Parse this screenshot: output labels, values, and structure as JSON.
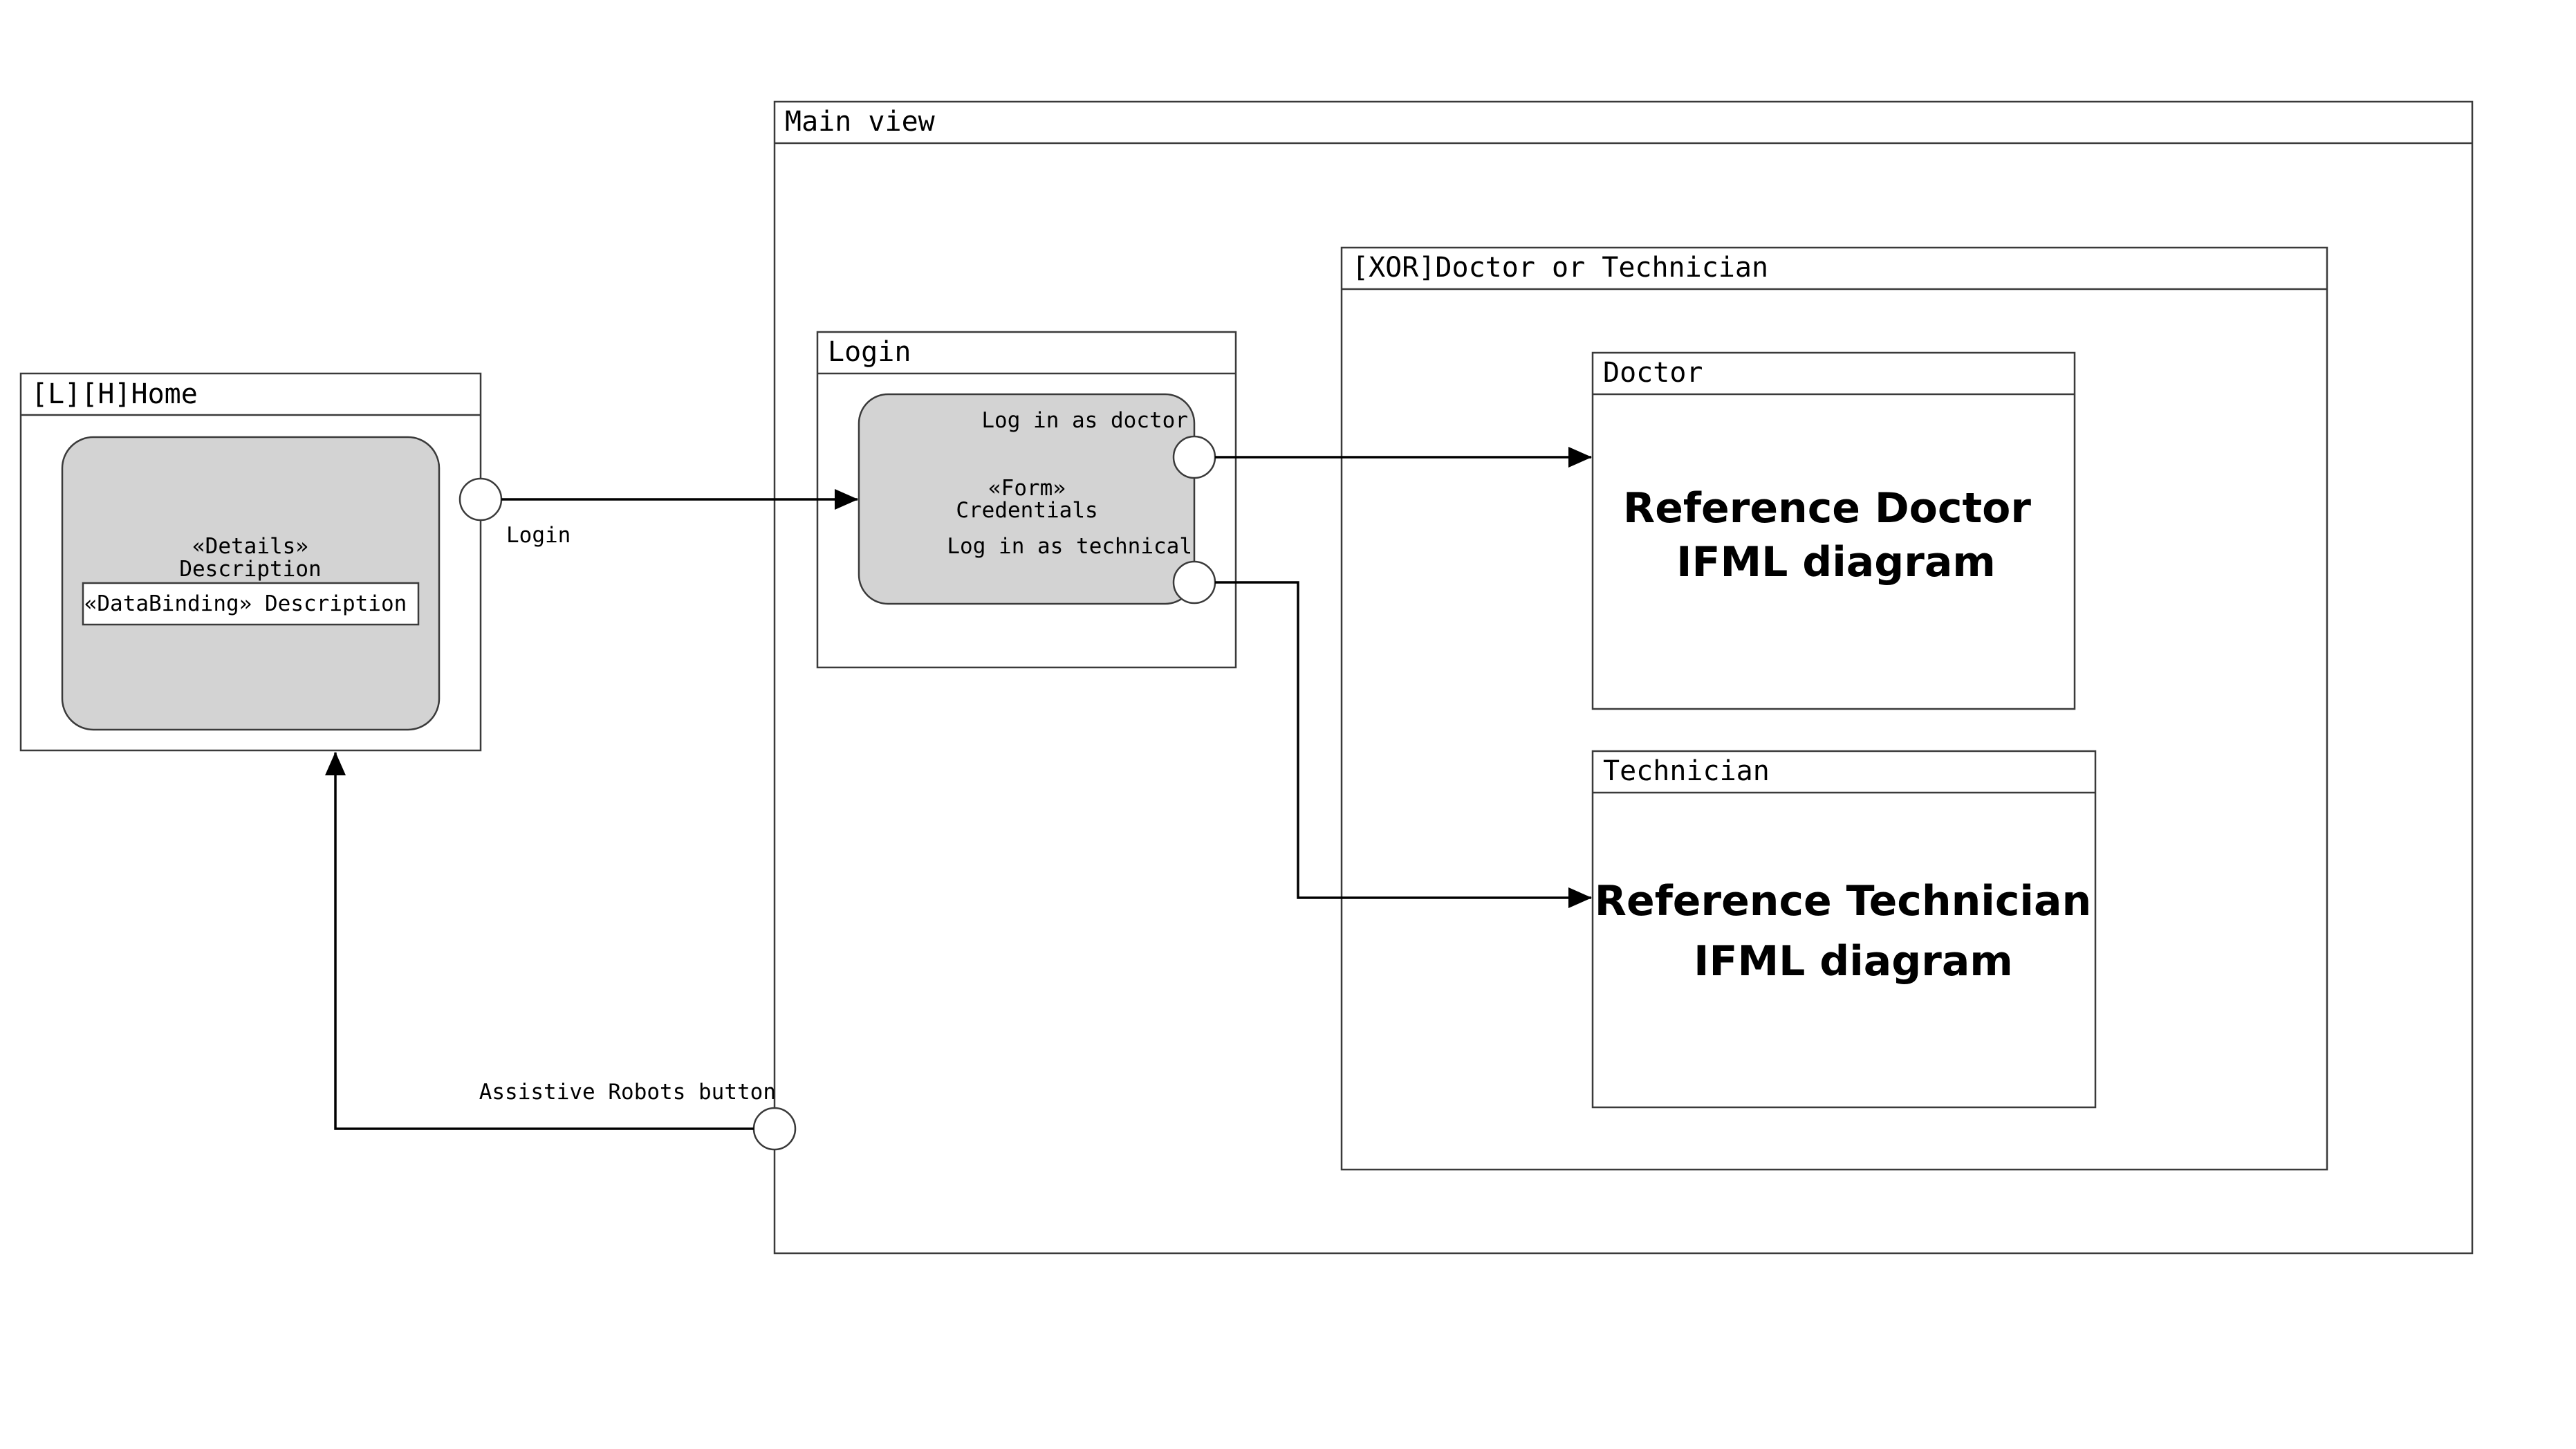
{
  "home": {
    "title": "[L][H]Home",
    "details_stereotype": "«Details»",
    "details_name": "Description",
    "databinding": "«DataBinding» Description",
    "event_label": "Login"
  },
  "main_view": {
    "title": "Main view",
    "event_label": "Assistive Robots button"
  },
  "login": {
    "title": "Login",
    "form_stereotype": "«Form»",
    "form_name": "Credentials",
    "event_doctor": "Log in as doctor",
    "event_technical": "Log in as technical"
  },
  "xor": {
    "title": "[XOR]Doctor or Technician"
  },
  "doctor": {
    "title": "Doctor",
    "ref_line1": "Reference Doctor",
    "ref_line2": "IFML diagram"
  },
  "technician": {
    "title": "Technician",
    "ref_line1": "Reference Technician",
    "ref_line2": "IFML diagram"
  }
}
